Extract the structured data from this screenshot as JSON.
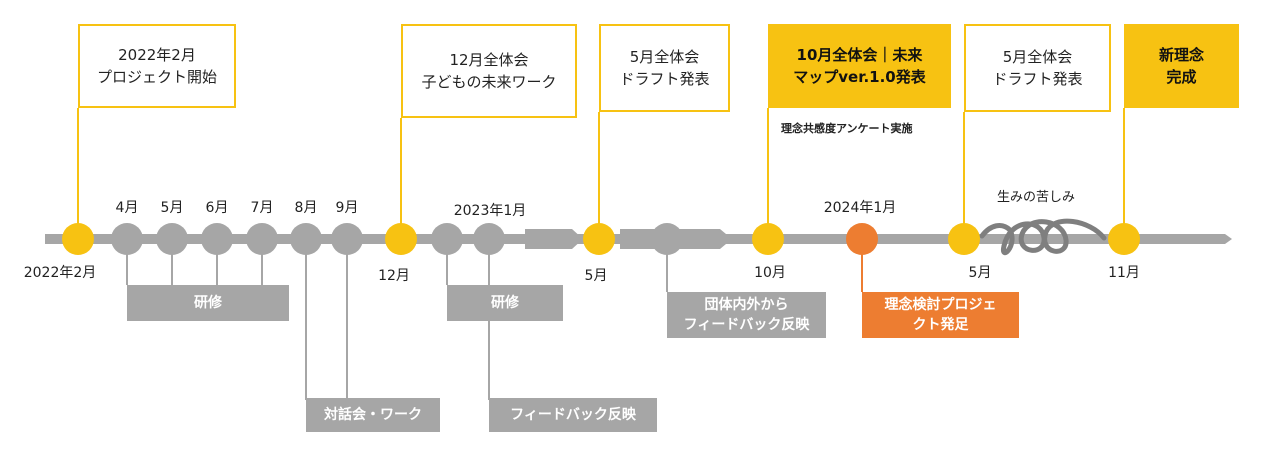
{
  "callouts": {
    "c2022": "2022年2月\nプロジェクト開始",
    "c12": "12月全体会\n子どもの未来ワーク",
    "c5a": "5月全体会\nドラフト発表",
    "c10": "10月全体会｜未来\nマップver.1.0発表",
    "c5b": "5月全体会\nドラフト発表",
    "cfinal": "新理念\n完成"
  },
  "note_survey": "理念共感度アンケート実施",
  "struggle": "生みの苦しみ",
  "months_top": {
    "apr": "4月",
    "may": "5月",
    "jun": "6月",
    "jul": "7月",
    "aug": "8月",
    "sep": "9月",
    "y2023": "2023年1月",
    "y2024": "2024年1月"
  },
  "months_bottom": {
    "feb2022": "2022年2月",
    "dec": "12月",
    "may2023": "5月",
    "oct": "10月",
    "may2024": "5月",
    "nov": "11月"
  },
  "boxes": {
    "training1": "研修",
    "dialogue": "対話会・ワーク",
    "training2": "研修",
    "feedback1": "フィードバック反映",
    "feedback2": "団体内外から\nフィードバック反映",
    "project": "理念検討プロジェ\nクト発足"
  },
  "colors": {
    "accent": "#f7c212",
    "gray": "#a6a6a6",
    "orange": "#ed7d31"
  }
}
